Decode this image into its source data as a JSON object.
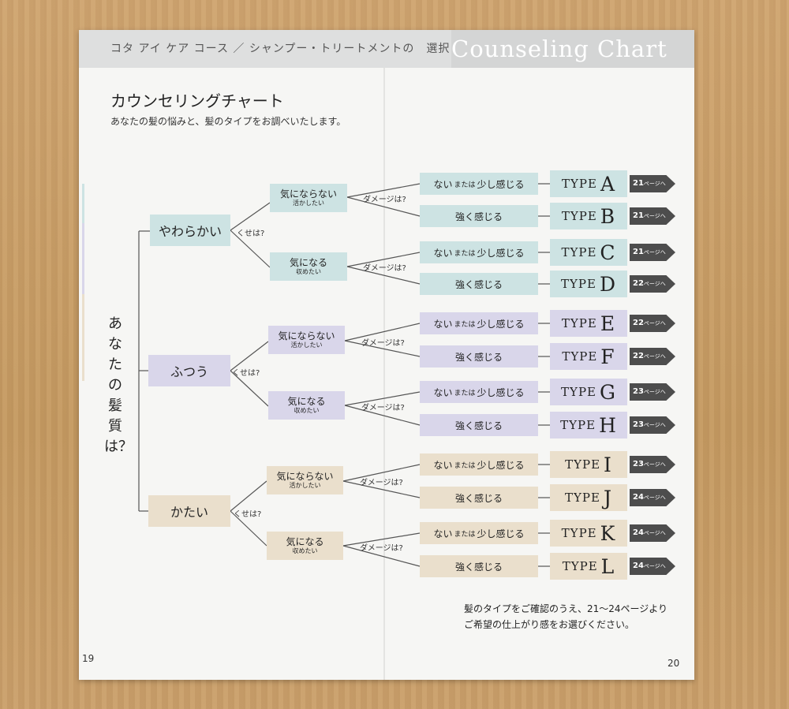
{
  "header": {
    "left": "コタ アイ ケア コース ／ シャンプー・トリートメントの　選択",
    "right": "Counseling Chart"
  },
  "title": "カウンセリングチャート",
  "subtitle": "あなたの髪の悩みと、髪のタイプをお調べいたします。",
  "root_question": "あなたの髪質は？",
  "labels": {
    "kuse": "くせは?",
    "damage": "ダメージは?"
  },
  "textures": [
    {
      "label": "やわらかい",
      "color": "teal"
    },
    {
      "label": "ふつう",
      "color": "lav"
    },
    {
      "label": "かたい",
      "color": "sand"
    }
  ],
  "curl": [
    {
      "main": "気にならない",
      "sub": "活かしたい"
    },
    {
      "main": "気になる",
      "sub": "収めたい"
    }
  ],
  "damage": {
    "none": "ない",
    "or": "または",
    "little": "少し感じる",
    "strong": "強く感じる"
  },
  "type_word": "TYPE",
  "types": [
    {
      "letter": "A",
      "page": "21",
      "suffix": "ページへ"
    },
    {
      "letter": "B",
      "page": "21",
      "suffix": "ページへ"
    },
    {
      "letter": "C",
      "page": "21",
      "suffix": "ページへ"
    },
    {
      "letter": "D",
      "page": "22",
      "suffix": "ページへ"
    },
    {
      "letter": "E",
      "page": "22",
      "suffix": "ページへ"
    },
    {
      "letter": "F",
      "page": "22",
      "suffix": "ページへ"
    },
    {
      "letter": "G",
      "page": "23",
      "suffix": "ページへ"
    },
    {
      "letter": "H",
      "page": "23",
      "suffix": "ページへ"
    },
    {
      "letter": "I",
      "page": "23",
      "suffix": "ページへ"
    },
    {
      "letter": "J",
      "page": "24",
      "suffix": "ページへ"
    },
    {
      "letter": "K",
      "page": "24",
      "suffix": "ページへ"
    },
    {
      "letter": "L",
      "page": "24",
      "suffix": "ページへ"
    }
  ],
  "note": {
    "line1": "髪のタイプをご確認のうえ、21〜24ページより",
    "line2": "ご希望の仕上がり感をお選びください。"
  },
  "page_numbers": {
    "left": "19",
    "right": "20"
  },
  "colors": {
    "teal": "#cde3e3",
    "lav": "#d9d6ea",
    "sand": "#eadfcc",
    "arrow": "#4d4d4d"
  }
}
